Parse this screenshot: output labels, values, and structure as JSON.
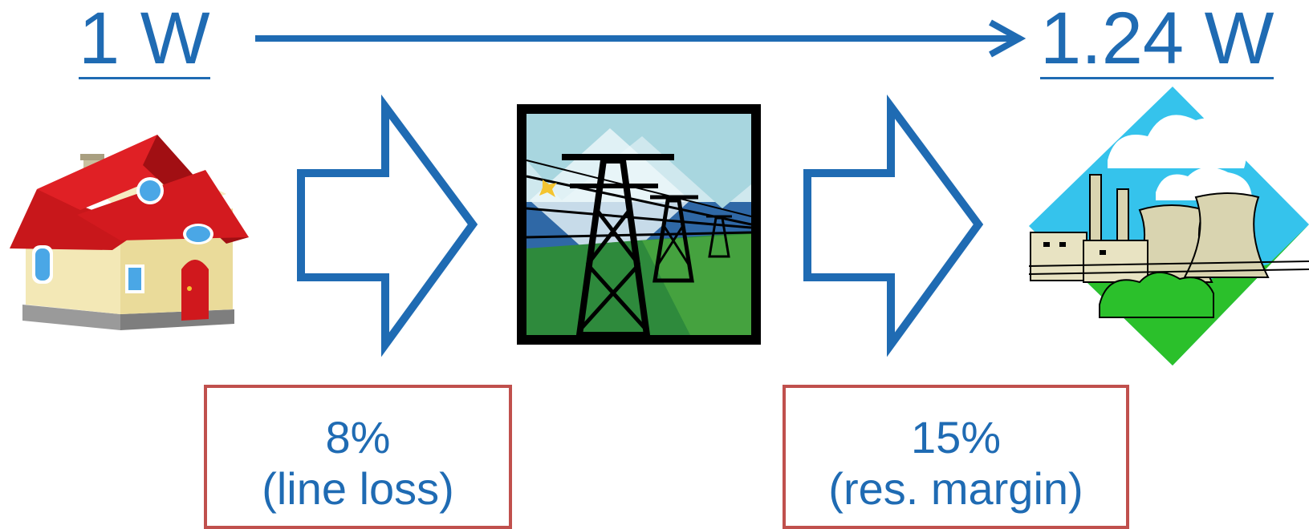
{
  "header": {
    "start_power": "1 W",
    "end_power": "1.24 W"
  },
  "steps": [
    {
      "percent": "8%",
      "description": "(line loss)"
    },
    {
      "percent": "15%",
      "description": "(res. margin)"
    }
  ],
  "colors": {
    "accent_blue": "#1f6bb3",
    "box_border": "#c0504d"
  },
  "icons": [
    "house-icon",
    "transmission-tower-icon",
    "power-plant-icon",
    "arrow-right-icon"
  ]
}
